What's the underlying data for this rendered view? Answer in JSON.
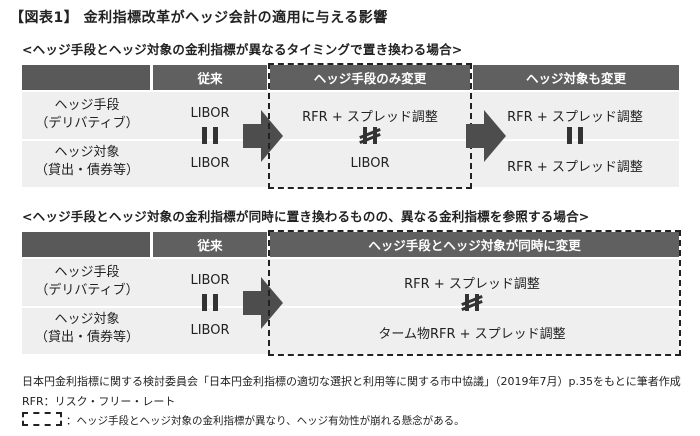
{
  "title": "【図表1】 金利指標改革がヘッジ会計の適用に与える影響",
  "section1": {
    "subtitle": "<ヘッジ手段とヘッジ対象の金利指標が異なるタイミングで置き換わる場合>",
    "headers": [
      "従来",
      "ヘッジ手段のみ変更",
      "ヘッジ対象も変更"
    ],
    "rows": [
      {
        "label": "ヘッジ手段\n（デリバティブ）",
        "values": [
          "LIBOR",
          "RFR + スプレッド調整",
          "RFR + スプレッド調整"
        ]
      },
      {
        "label": "ヘッジ対象\n（貸出・債券等）",
        "values": [
          "LIBOR",
          "LIBOR",
          "RFR + スプレッド調整"
        ]
      }
    ],
    "relations": [
      "equal",
      "not-equal",
      "equal"
    ]
  },
  "section2": {
    "subtitle": "<ヘッジ手段とヘッジ対象の金利指標が同時に置き換わるものの、異なる金利指標を参照する場合>",
    "headers": [
      "従来",
      "ヘッジ手段とヘッジ対象が同時に変更"
    ],
    "rows": [
      {
        "label": "ヘッジ手段\n（デリバティブ）",
        "values": [
          "LIBOR",
          "RFR + スプレッド調整"
        ]
      },
      {
        "label": "ヘッジ対象\n（貸出・債券等）",
        "values": [
          "LIBOR",
          "ターム物RFR + スプレッド調整"
        ]
      }
    ],
    "relations": [
      "equal",
      "not-equal"
    ]
  },
  "footer": {
    "source": "日本円金利指標に関する検討委員会「日本円金利指標の適切な選択と利用等に関する市中協議」（2019年7月）p.35をもとに筆者作成",
    "abbr": "RFR：リスク・フリー・レート",
    "legend": "：ヘッジ手段とヘッジ対象の金利指標が異なり、ヘッジ有効性が崩れる懸念がある。"
  },
  "colors": {
    "header_dark": "#595959",
    "header_light": "#d4d4d4",
    "row_bg": "#efefef",
    "arrow": "#4d4d4d"
  }
}
